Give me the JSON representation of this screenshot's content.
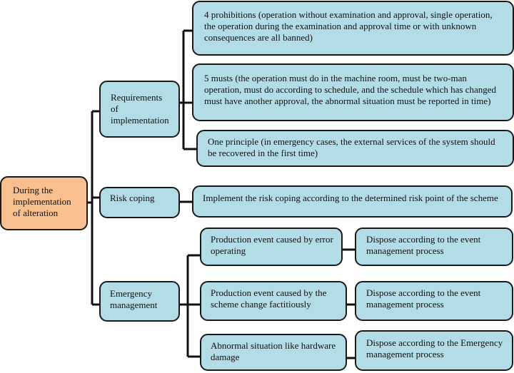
{
  "diagram": {
    "root": {
      "label": "During the implementation of alteration"
    },
    "branches": [
      {
        "label": "Requirements of implementation",
        "children": [
          {
            "label": "4 prohibitions (operation without examination and approval, single operation, the operation during the examination and approval time or with unknown consequences are all banned)"
          },
          {
            "label": "5 musts (the operation must do in the machine room, must be two-man operation, must do according to schedule, and the schedule which has changed must have another approval, the abnormal situation must be reported in time)"
          },
          {
            "label": "One principle (in emergency cases, the external services of the system should be recovered in the first time)"
          }
        ]
      },
      {
        "label": "Risk coping",
        "children": [
          {
            "label": "Implement the risk coping according to the determined risk point of the scheme"
          }
        ]
      },
      {
        "label": "Emergency management",
        "children": [
          {
            "label": "Production event caused by error operating",
            "result": "Dispose according to the event management process"
          },
          {
            "label": "Production event caused by the scheme change factitiously",
            "result": "Dispose according to the event management process"
          },
          {
            "label": "Abnormal situation like hardware damage",
            "result": "Dispose according to the Emergency management process"
          }
        ]
      }
    ],
    "colors": {
      "root_fill": "#f9c08f",
      "node_fill": "#b3dde6",
      "stroke": "#1a1a1a"
    }
  }
}
